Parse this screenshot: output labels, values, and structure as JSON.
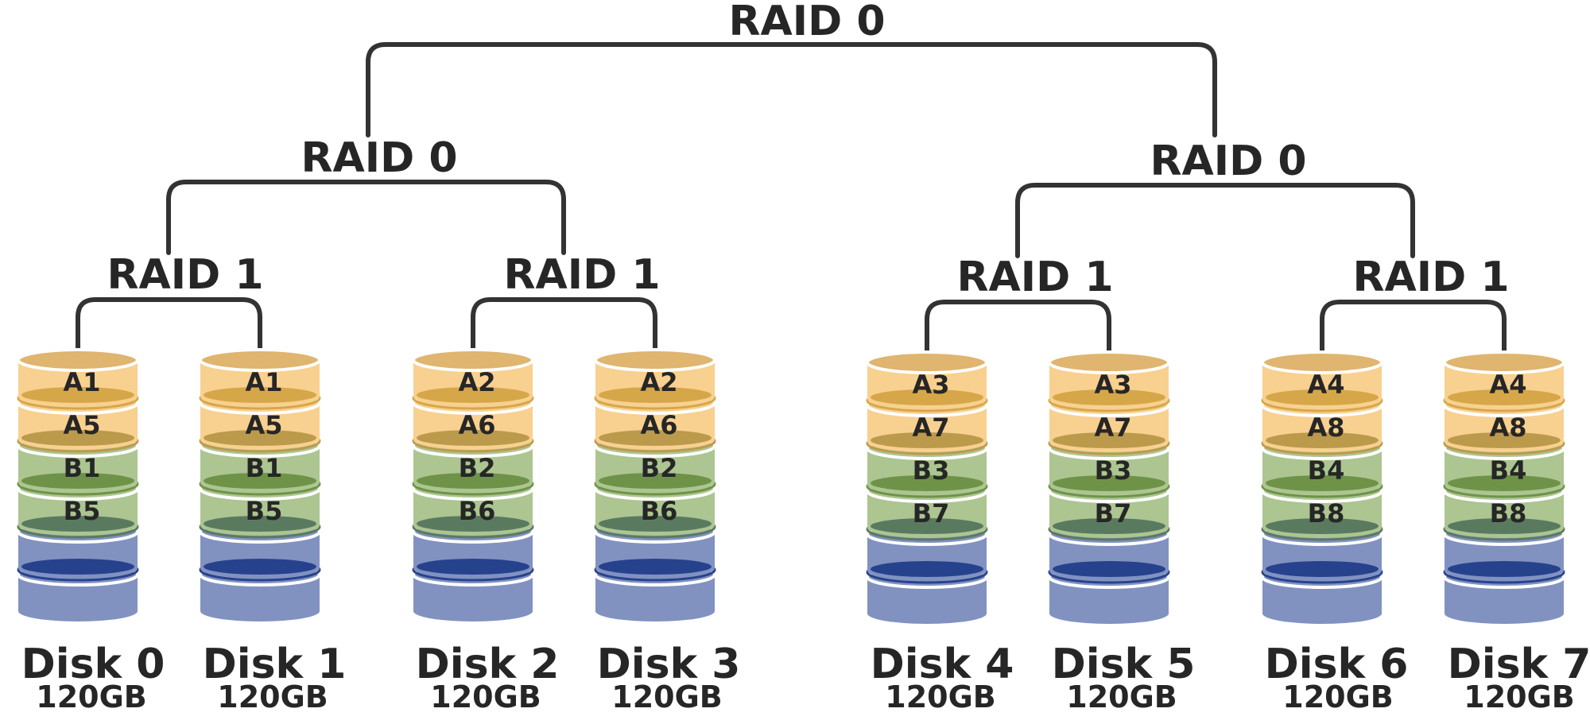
{
  "diagram": {
    "top": {
      "label": "RAID 0"
    },
    "groups": [
      {
        "label": "RAID 0",
        "pairs": [
          {
            "label": "RAID 1",
            "disks": [
              {
                "name": "Disk 0",
                "size": "120GB",
                "blocks": [
                  "A1",
                  "A5",
                  "B1",
                  "B5"
                ]
              },
              {
                "name": "Disk 1",
                "size": "120GB",
                "blocks": [
                  "A1",
                  "A5",
                  "B1",
                  "B5"
                ]
              }
            ]
          },
          {
            "label": "RAID 1",
            "disks": [
              {
                "name": "Disk 2",
                "size": "120GB",
                "blocks": [
                  "A2",
                  "A6",
                  "B2",
                  "B6"
                ]
              },
              {
                "name": "Disk 3",
                "size": "120GB",
                "blocks": [
                  "A2",
                  "A6",
                  "B2",
                  "B6"
                ]
              }
            ]
          }
        ]
      },
      {
        "label": "RAID 0",
        "pairs": [
          {
            "label": "RAID 1",
            "disks": [
              {
                "name": "Disk 4",
                "size": "120GB",
                "blocks": [
                  "A3",
                  "A7",
                  "B3",
                  "B7"
                ]
              },
              {
                "name": "Disk 5",
                "size": "120GB",
                "blocks": [
                  "A3",
                  "A7",
                  "B3",
                  "B7"
                ]
              }
            ]
          },
          {
            "label": "RAID 1",
            "disks": [
              {
                "name": "Disk 6",
                "size": "120GB",
                "blocks": [
                  "A4",
                  "A8",
                  "B4",
                  "B8"
                ]
              },
              {
                "name": "Disk 7",
                "size": "120GB",
                "blocks": [
                  "A4",
                  "A8",
                  "B4",
                  "B8"
                ]
              }
            ]
          }
        ]
      }
    ]
  },
  "colors": {
    "bracket": "#333333",
    "text": "#262626",
    "disk_cap": "#dfb56f",
    "segments": [
      {
        "body": "#f8d08f",
        "band": "#d6a749"
      },
      {
        "body": "#f8d08f",
        "band": "#bc9a4c"
      },
      {
        "body": "#acc591",
        "band": "#6e9348"
      },
      {
        "body": "#acc591",
        "band": "#5a7a60"
      },
      {
        "body": "#8192c1",
        "band": "#27428d"
      },
      {
        "body": "#8192c1",
        "band": "#8192c1"
      }
    ]
  }
}
